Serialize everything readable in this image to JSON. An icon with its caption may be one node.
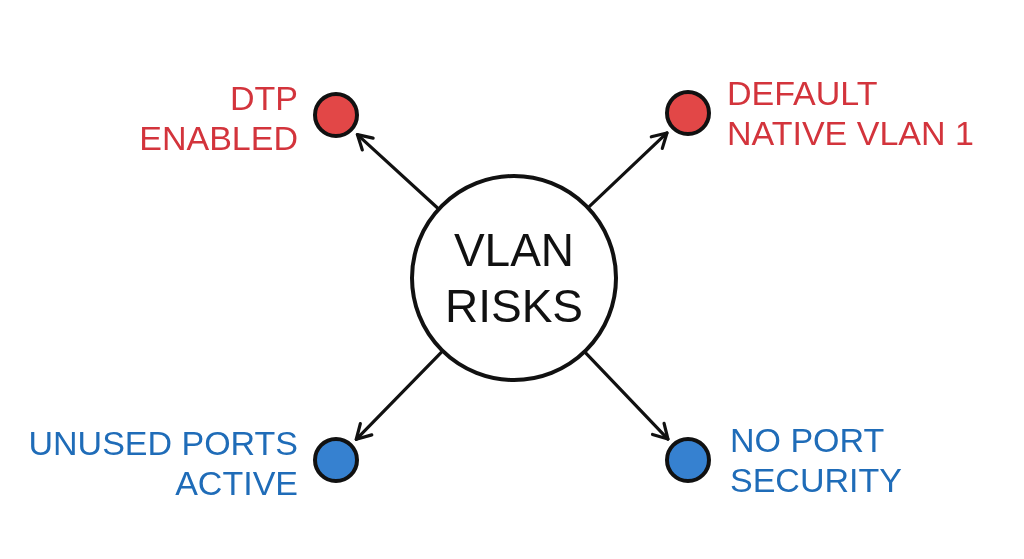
{
  "diagram": {
    "nodes": [
      {
        "text": [],
        "shape": "circle",
        "beside": [
          "DTP ENABLED"
        ]
      },
      {
        "text": [],
        "shape": "circle",
        "beside": [
          "DEFAULT NATIVE VLAN 1"
        ]
      },
      {
        "text": [
          "VLAN RISKS"
        ]
      },
      {
        "text": [],
        "shape": "circle",
        "beside": [
          "UNUSED PORTS ACTIVE"
        ]
      },
      {
        "text": [],
        "shape": "circle",
        "beside": [
          "NO PORT SECURITY"
        ]
      }
    ],
    "edges": [
      {
        "from": 2,
        "to": 0,
        "arrow": "to"
      },
      {
        "from": 2,
        "to": 1,
        "arrow": "to"
      },
      {
        "from": 2,
        "to": 3,
        "arrow": "to"
      },
      {
        "from": 2,
        "to": 4,
        "arrow": "to"
      }
    ]
  }
}
